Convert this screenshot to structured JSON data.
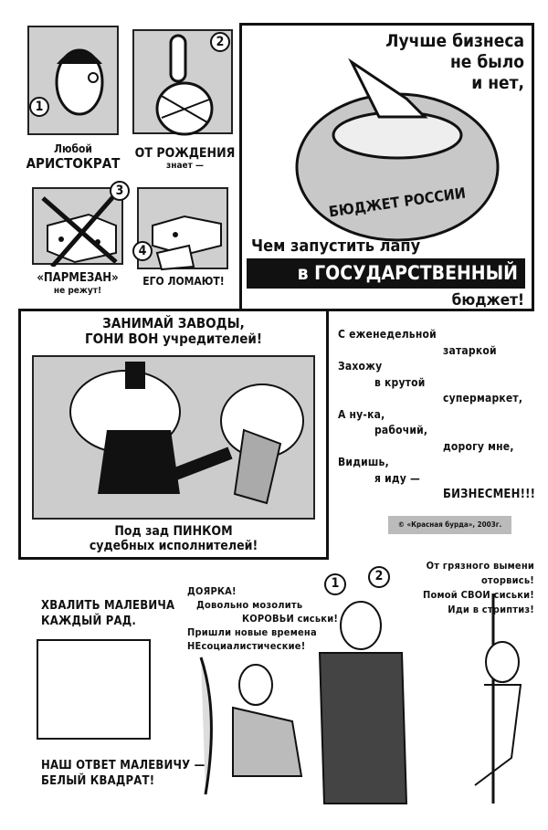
{
  "strip_top_left": {
    "panel1": {
      "number": "1",
      "caption_line1": "Любой",
      "caption_line2": "АРИСТОКРАТ"
    },
    "panel2": {
      "number": "2",
      "caption_line1": "ОТ РОЖДЕНИЯ",
      "caption_line2": "знает —"
    },
    "panel3": {
      "number": "3",
      "caption_line1": "«ПАРМЕЗАН»",
      "caption_line2": "не режут!"
    },
    "panel4": {
      "number": "4",
      "caption_line1": "ЕГО ЛОМАЮТ!"
    }
  },
  "budget_poster": {
    "headline_line1": "Лучше бизнеса",
    "headline_line2": "не было",
    "headline_line3": "и нет,",
    "pot_label": "БЮДЖЕТ РОССИИ",
    "bottom_line1": "Чем запустить лапу",
    "bottom_line2": "в ГОСУДАРСТВЕННЫЙ",
    "bottom_line3": "бюджет!"
  },
  "factory_poster": {
    "top_line1": "ЗАНИМАЙ ЗАВОДЫ,",
    "top_line2": "ГОНИ ВОН учредителей!",
    "bottom_line1": "Под зад ПИНКОМ",
    "bottom_line2": "судебных исполнителей!"
  },
  "poem": {
    "lines": [
      "С еженедельной",
      "затаркой",
      "Захожу",
      "в крутой",
      "супермаркет,",
      "А ну-ка,",
      "рабочий,",
      "дорогу мне,",
      "Видишь,",
      "я иду —",
      "БИЗНЕСМЕН!!!"
    ],
    "copyright": "© «Красная бурда», 2003г."
  },
  "malevich": {
    "line1": "ХВАЛИТЬ МАЛЕВИЧА",
    "line2": "КАЖДЫЙ РАД.",
    "answer_line1": "НАШ ОТВЕТ МАЛЕВИЧУ —",
    "answer_line2": "БЕЛЫЙ КВАДРАТ!"
  },
  "milkmaid_scene": {
    "bubble1_number": "1",
    "bubble1_lines": [
      "ДОЯРКА!",
      "Довольно мозолить",
      "КОРОВЬИ сиськи!",
      "Пришли новые времена",
      "НЕсоциалистические!"
    ],
    "bubble2_number": "2",
    "bubble2_lines": [
      "От грязного вымени",
      "оторвись!",
      "Помой СВОИ сиськи!",
      "Иди в стриптиз!"
    ]
  }
}
